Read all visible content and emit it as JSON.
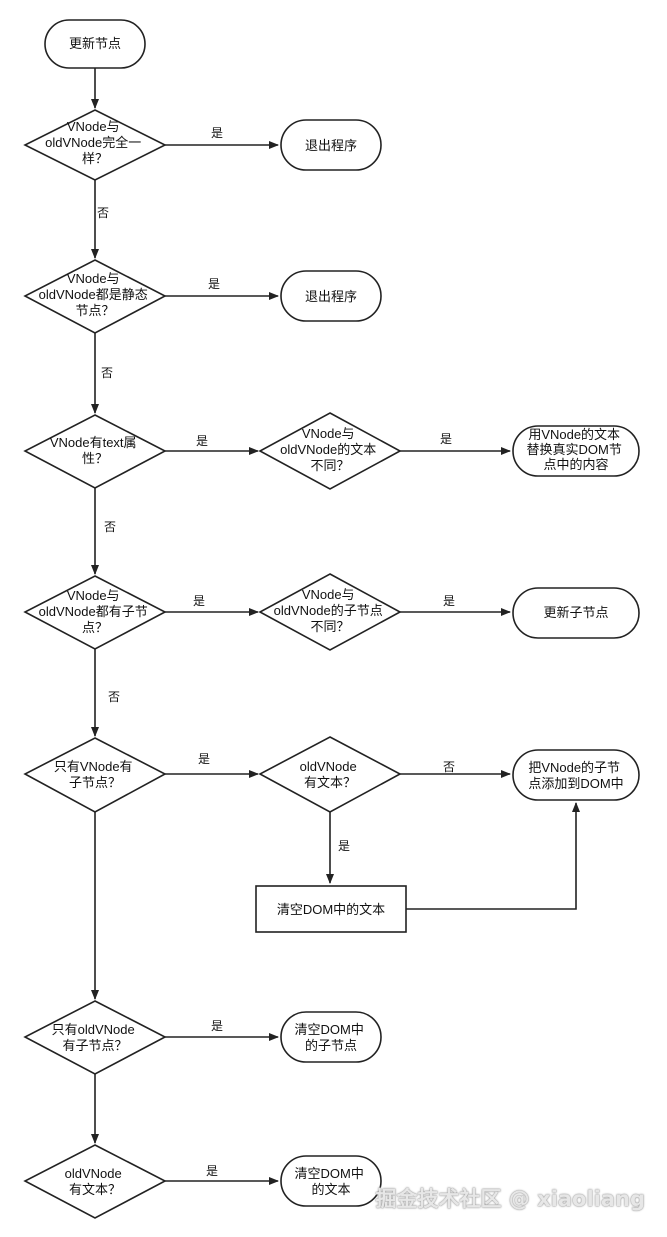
{
  "nodes": {
    "start": "更新节点",
    "q_same": [
      "VNode与",
      "oldVNode完全一",
      "样？"
    ],
    "exit_1": "退出程序",
    "q_static": [
      "VNode与",
      "oldVNode都是静态",
      "节点？"
    ],
    "exit_2": "退出程序",
    "q_text": [
      "VNode有text属",
      "性？"
    ],
    "q_text_diff": [
      "VNode与",
      "oldVNode的文本",
      "不同？"
    ],
    "replace_text": [
      "用VNode的文本",
      "替换真实DOM节",
      "点中的内容"
    ],
    "q_both_children": [
      "VNode与",
      "oldVNode都有子节",
      "点？"
    ],
    "q_children_diff": [
      "VNode与",
      "oldVNode的子节点",
      "不同？"
    ],
    "update_children": "更新子节点",
    "q_only_new_children": [
      "只有VNode有",
      "子节点？"
    ],
    "q_old_has_text": [
      "oldVNode",
      "有文本？"
    ],
    "add_children": [
      "把VNode的子节",
      "点添加到DOM中"
    ],
    "clear_text_1": "清空DOM中的文本",
    "q_only_old_children": [
      "只有oldVNode",
      "有子节点？"
    ],
    "clear_children": [
      "清空DOM中",
      "的子节点"
    ],
    "q_old_text_2": [
      "oldVNode",
      "有文本？"
    ],
    "clear_text_2": [
      "清空DOM中",
      "的文本"
    ]
  },
  "edge_labels": {
    "yes": "是",
    "no": "否"
  },
  "watermark": "掘金技术社区 @ xiaoliang",
  "colors": {
    "stroke": "#222222",
    "fill": "#ffffff"
  }
}
